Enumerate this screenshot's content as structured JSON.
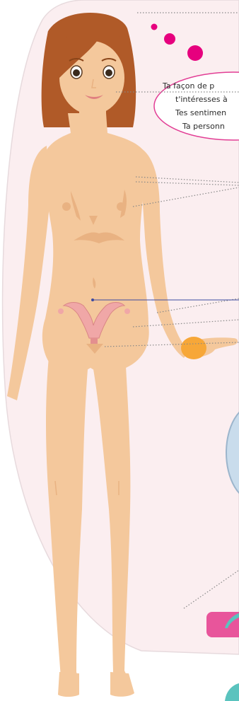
{
  "thought_bubble": {
    "lines": [
      "Ta façon de p",
      "t'intéresses à",
      "Tes sentimen",
      "Ta personn"
    ]
  },
  "colors": {
    "skin": "#f4c89c",
    "skin_shadow": "#e9b282",
    "hair": "#b05a28",
    "hair_dark": "#8a4519",
    "background_blob": "#fbeef0",
    "outline": "#e7dadd",
    "accent_pink": "#e6007e",
    "bubble_border": "#e23e95",
    "uterus": "#f0a7a7",
    "orange_marker": "#f7a738",
    "pink_button": "#e8559b",
    "teal": "#5ac3be",
    "dotted_line": "#888888",
    "globe": "#bcd3e8"
  },
  "icons": [
    "thought-dot-icon",
    "uterus-icon",
    "orange-hand-marker-icon"
  ]
}
